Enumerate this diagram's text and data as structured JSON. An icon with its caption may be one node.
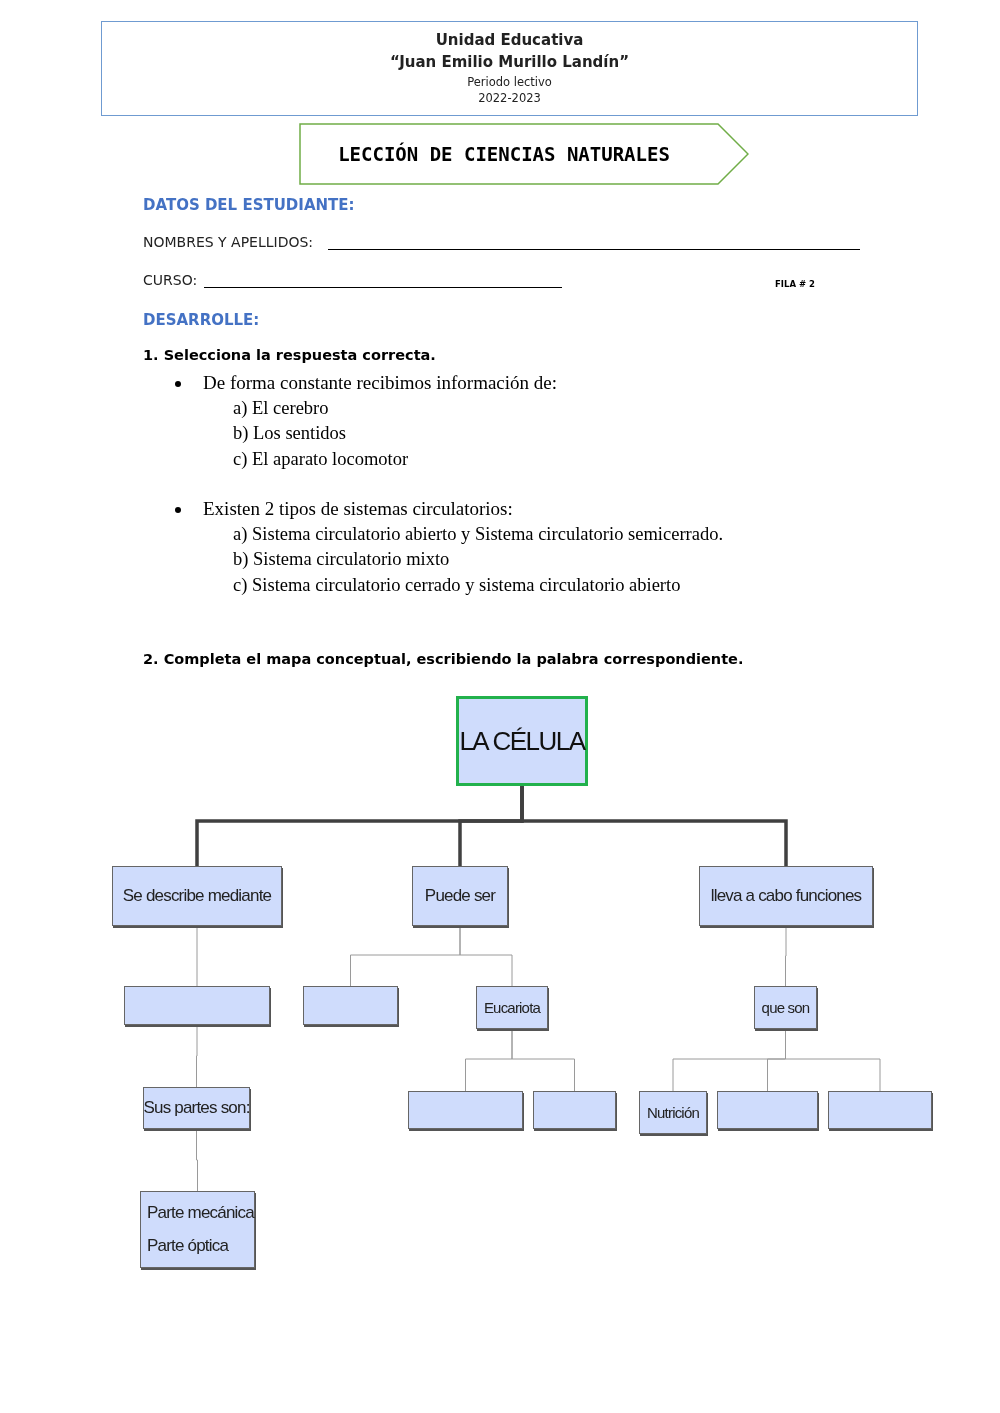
{
  "diagram": {
    "nodes": [
      {
        "text": [
          "Unidad Educativa",
          "“Juan Emilio Murillo Landín”",
          "Periodo lectivo",
          "2022-2023"
        ]
      },
      {
        "text": [
          "LECCIÓN DE CIENCIAS NATURALES"
        ]
      },
      {
        "text": [
          "LA CÉLULA"
        ]
      },
      {
        "text": [
          "Se describe mediante"
        ]
      },
      {
        "text": [
          "Puede ser"
        ]
      },
      {
        "text": [
          "lleva a cabo funciones"
        ]
      },
      {
        "text": [],
        "shape": "box"
      },
      {
        "text": [],
        "shape": "box"
      },
      {
        "text": [
          "Eucariota"
        ]
      },
      {
        "text": [
          "que son"
        ]
      },
      {
        "text": [
          "Sus partes son:"
        ]
      },
      {
        "text": [],
        "shape": "box"
      },
      {
        "text": [],
        "shape": "box"
      },
      {
        "text": [
          "Nutrición"
        ]
      },
      {
        "text": [],
        "shape": "box"
      },
      {
        "text": [],
        "shape": "box"
      },
      {
        "text": [
          "Parte mecánica",
          "Parte óptica"
        ]
      }
    ],
    "edges": [
      {
        "from": 2,
        "to": 3,
        "arrow": "none",
        "style": "thick",
        "color": "#404040"
      },
      {
        "from": 2,
        "to": 4,
        "arrow": "none",
        "style": "thick",
        "color": "#404040"
      },
      {
        "from": 2,
        "to": 5,
        "arrow": "none",
        "style": "thick",
        "color": "#404040"
      },
      {
        "from": 3,
        "to": 6,
        "arrow": "none"
      },
      {
        "from": 6,
        "to": 10,
        "arrow": "none"
      },
      {
        "from": 10,
        "to": 16,
        "arrow": "none"
      },
      {
        "from": 4,
        "to": 7,
        "arrow": "none"
      },
      {
        "from": 4,
        "to": 8,
        "arrow": "none"
      },
      {
        "from": 8,
        "to": 11,
        "arrow": "none"
      },
      {
        "from": 8,
        "to": 12,
        "arrow": "none"
      },
      {
        "from": 5,
        "to": 9,
        "arrow": "none"
      },
      {
        "from": 9,
        "to": 13,
        "arrow": "none"
      },
      {
        "from": 9,
        "to": 14,
        "arrow": "none"
      },
      {
        "from": 9,
        "to": 15,
        "arrow": "none"
      }
    ],
    "labels": [
      "DATOS DEL ESTUDIANTE:",
      "NOMBRES Y APELLIDOS:",
      "CURSO:",
      "FILA # 2",
      "DESARROLLE:",
      "1. Selecciona la respuesta correcta.",
      "De forma constante recibimos información de:",
      "a) El cerebro",
      "b) Los sentidos",
      "c) El aparato locomotor",
      "Existen 2 tipos de sistemas circulatorios:",
      "a) Sistema circulatorio abierto y Sistema circulatorio semicerrado.",
      "b) Sistema circulatorio mixto",
      "c) Sistema circulatorio cerrado y sistema circulatorio abierto",
      "2. Completa el mapa conceptual, escribiendo la palabra correspondiente."
    ]
  }
}
